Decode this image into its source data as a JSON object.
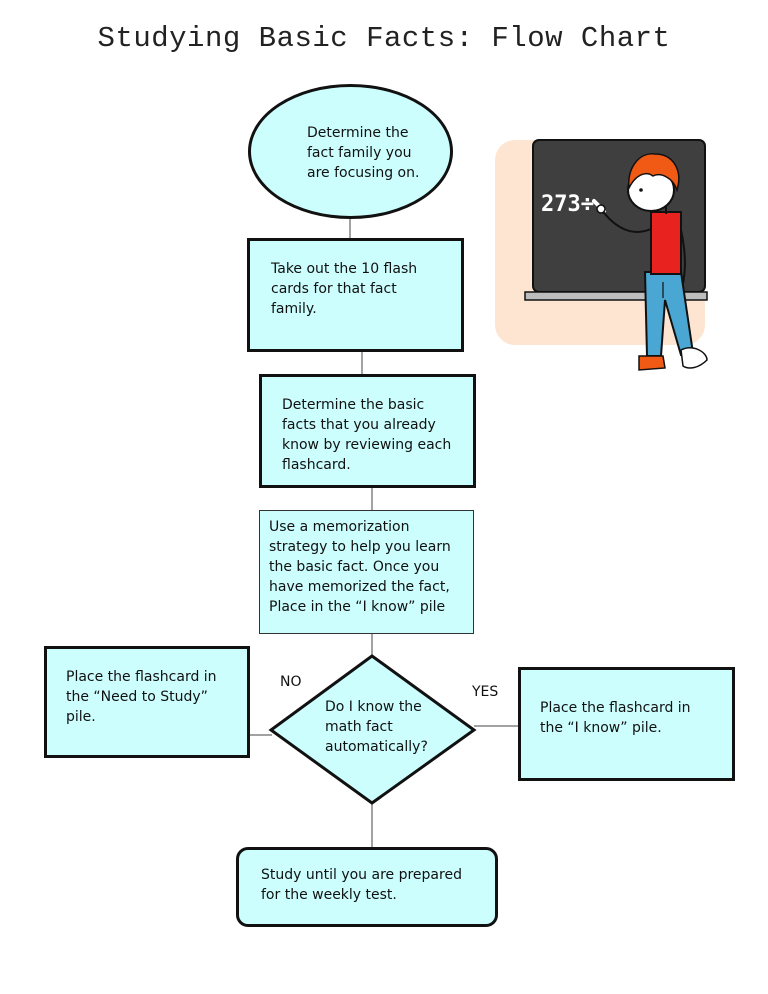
{
  "title": "Studying Basic Facts: Flow Chart",
  "nodes": {
    "determine_family": [
      "Determine the",
      "fact family you",
      "are focusing on."
    ],
    "take_out": [
      "Take out the 10 flash",
      "cards for that fact",
      "family."
    ],
    "review": [
      "Determine the basic",
      "facts that you already",
      "know by reviewing each",
      "flashcard."
    ],
    "memorize": [
      "Use a memorization",
      "strategy to help you learn",
      "the basic fact.  Once you",
      "have memorized the fact,",
      "Place in the “I know” pile"
    ],
    "decision": [
      "Do I know the",
      "math fact",
      "automatically?"
    ],
    "need_study": [
      "Place the flashcard in",
      "the “Need to Study”",
      "pile."
    ],
    "i_know": [
      "Place the flashcard in",
      "the “I know” pile."
    ],
    "study": [
      "Study until you are prepared",
      "for the weekly test."
    ]
  },
  "branches": {
    "no": "NO",
    "yes": "YES"
  },
  "illustration": {
    "board_text": "273÷"
  },
  "colors": {
    "node_fill": "#ccfefe",
    "node_border": "#111111",
    "chalkboard": "#3f3f3f",
    "backdrop": "#fde5d2",
    "shirt": "#e8231f",
    "hair": "#f05a14",
    "pants": "#4aa6d2"
  }
}
